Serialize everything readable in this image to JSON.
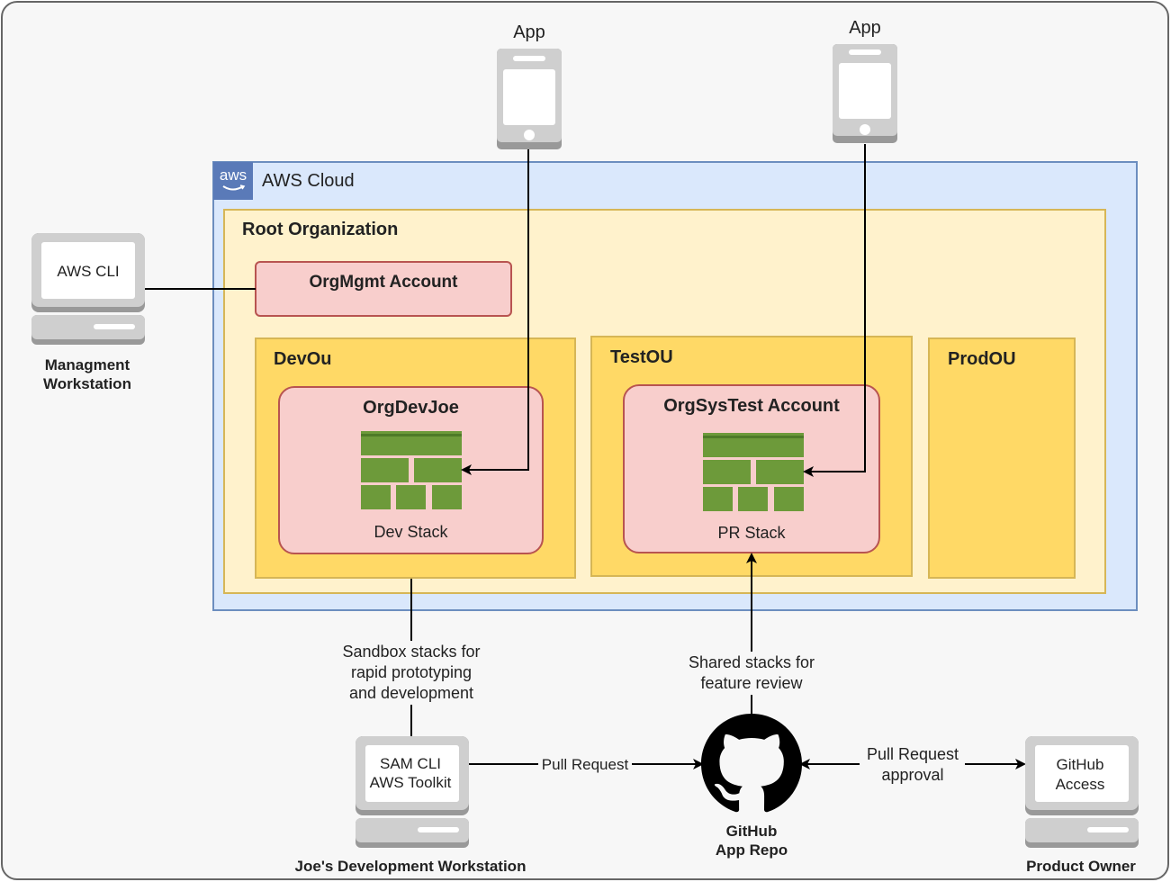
{
  "apps": {
    "left_label": "App",
    "right_label": "App"
  },
  "aws": {
    "logo_text": "aws",
    "cloud_label": "AWS Cloud"
  },
  "root_org": {
    "title": "Root Organization"
  },
  "orgmgmt": {
    "title": "OrgMgmt Account"
  },
  "ous": {
    "dev": {
      "title": "DevOu",
      "account": "OrgDevJoe",
      "stack": "Dev Stack"
    },
    "test": {
      "title": "TestOU",
      "account": "OrgSysTest Account",
      "stack": "PR Stack"
    },
    "prod": {
      "title": "ProdOU"
    }
  },
  "mgmt_ws": {
    "screen_text": "AWS CLI",
    "caption_line1": "Managment",
    "caption_line2": "Workstation"
  },
  "joe_ws": {
    "screen_line1": "SAM CLI",
    "screen_line2": "AWS Toolkit",
    "caption": "Joe's Development Workstation"
  },
  "owner_ws": {
    "screen_line1": "GitHub",
    "screen_line2": "Access",
    "caption": "Product Owner"
  },
  "github": {
    "caption_line1": "GitHub",
    "caption_line2": "App Repo"
  },
  "edges": {
    "sandbox": [
      "Sandbox stacks for",
      "rapid prototyping",
      "and development"
    ],
    "shared": [
      "Shared stacks for",
      "feature review"
    ],
    "pull_request": "Pull Request",
    "approval": [
      "Pull Request",
      "approval"
    ]
  },
  "colors": {
    "cloud_fill": "#dae8fc",
    "cloud_border": "#6c8ebf",
    "org_fill": "#fff2cc",
    "ou_fill": "#ffd966",
    "ou_border": "#d6b656",
    "account_fill": "#f8cecc",
    "account_border": "#b85450",
    "stack_green": "#6d9a3a",
    "aws_logo": "#5a7ab8"
  }
}
